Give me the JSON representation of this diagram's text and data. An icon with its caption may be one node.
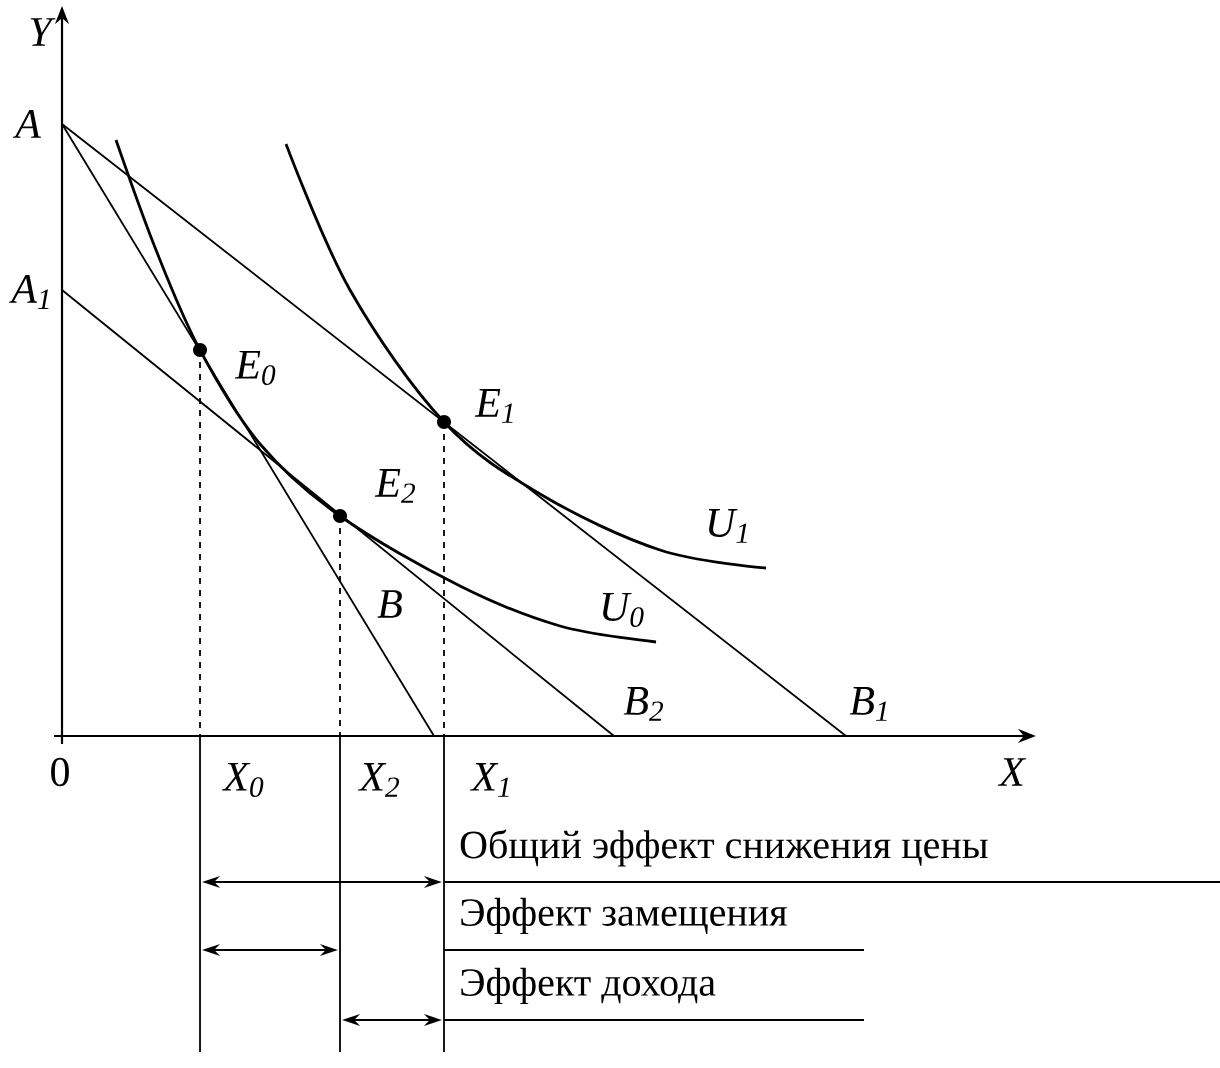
{
  "diagram": {
    "labels": [
      "Y",
      "A",
      "A$_{1}$",
      "E$_{0}$",
      "E$_{1}$",
      "E$_{2}$",
      "U$_{1}$",
      "B",
      "U$_{0}$",
      "B$_{2}$",
      "B$_{1}$",
      "0",
      "X$_{0}$",
      "X$_{2}$",
      "X$_{1}$",
      "X",
      "Общий эффект снижения цены",
      "Эффект замещения",
      "Эффект дохода"
    ]
  }
}
